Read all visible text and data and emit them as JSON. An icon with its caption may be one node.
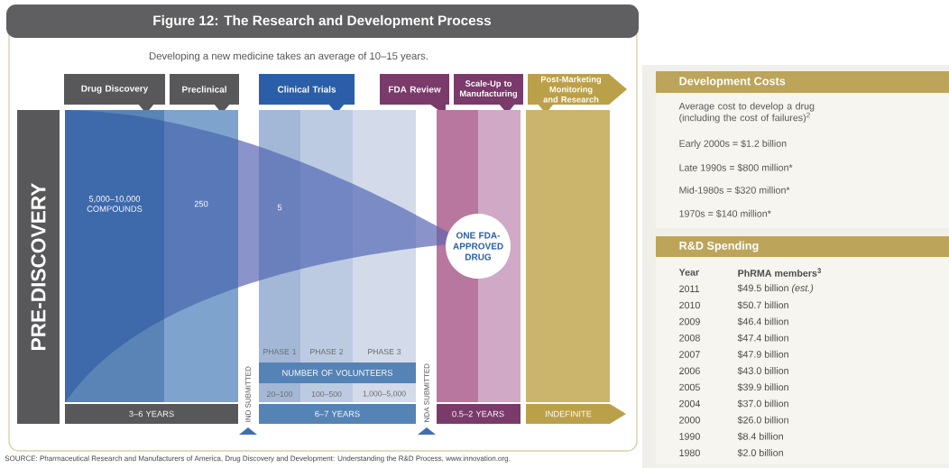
{
  "diagram": {
    "title": "Figure 12: The Research and Development Process",
    "caption": "SOURCE: Pharmaceutical Research and Manufacturers of America, Drug Discovery and Development: Understanding the R&D Process, www.innovation.org.",
    "nodes": [
      {
        "text": [
          "Drug Discovery"
        ]
      },
      {
        "text": [
          "Preclinical"
        ]
      },
      {
        "text": [
          "Clinical Trials"
        ]
      },
      {
        "text": [
          "FDA Review"
        ]
      },
      {
        "text": [
          "Scale-Up to Manufacturing"
        ]
      },
      {
        "text": [
          "Post-Marketing Monitoring and Research"
        ]
      },
      {
        "text": [
          "PRE-DISCOVERY"
        ]
      },
      {
        "text": [
          "5,000–10,000 COMPOUNDS"
        ]
      },
      {
        "text": [
          "250"
        ]
      },
      {
        "text": [
          "5",
          "PHASE 1",
          "20–100"
        ]
      },
      {
        "text": [
          "PHASE 2",
          "100–500"
        ]
      },
      {
        "text": [
          "PHASE 3",
          "1,000–5,000"
        ]
      },
      {
        "text": [
          "NUMBER OF VOLUNTEERS"
        ]
      },
      {
        "text": [],
        "shape": "bar"
      },
      {
        "text": [],
        "shape": "bar"
      },
      {
        "text": [
          "ONE FDA-APPROVED DRUG"
        ]
      },
      {
        "text": [],
        "shape": "bar"
      },
      {
        "text": [
          "3–6 YEARS"
        ]
      },
      {
        "text": [
          "6–7 YEARS"
        ]
      },
      {
        "text": [
          "0.5–2 YEARS"
        ]
      },
      {
        "text": [
          "INDEFINITE"
        ]
      },
      {
        "text": [
          "Development Costs",
          "Average cost to develop a drug (including the cost of failures)$^{2}$",
          "Early 2000s = $1.2 billion",
          "Late 1990s = $800 million*",
          "Mid-1980s = $320 million*",
          "1970s = $140 million*"
        ]
      },
      {
        "text": [
          "R&D Spending"
        ]
      }
    ],
    "labels": [
      "Developing a new medicine takes an average of 10–15 years.",
      "IND SUBMITTED",
      "NDA SUBMITTED",
      "Year",
      "PhRMA members$^{3}$",
      "2011",
      "$49.5 billion *(est.)*",
      "2010",
      "$50.7 billion",
      "2009",
      "$46.4 billion",
      "2008",
      "$47.4 billion",
      "2007",
      "$47.9 billion",
      "2006",
      "$43.0 billion",
      "2005",
      "$39.9 billion",
      "2004",
      "$37.0 billion",
      "2000",
      "$26.0 billion",
      "1990",
      "$8.4 billion",
      "1980",
      "$2.0 billion"
    ]
  }
}
